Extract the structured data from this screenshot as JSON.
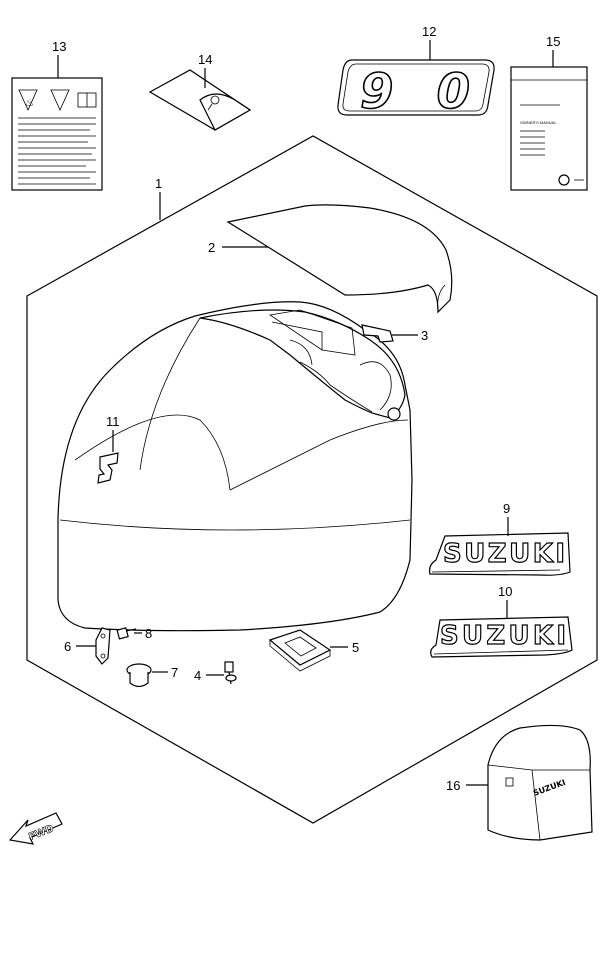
{
  "diagram": {
    "callouts": {
      "c1": "1",
      "c2": "2",
      "c3": "3",
      "c4": "4",
      "c5": "5",
      "c6": "6",
      "c7": "7",
      "c8": "8",
      "c9": "9",
      "c10": "10",
      "c11": "11",
      "c12": "12",
      "c13": "13",
      "c14": "14",
      "c15": "15",
      "c16": "16"
    },
    "decals": {
      "model_number": "90",
      "brand_9": "SUZUKI",
      "brand_10": "SUZUKI",
      "cover_brand": "SUZUKI",
      "fwd_arrow": "FWD",
      "manual_title": "OWNER'S MANUAL"
    }
  }
}
